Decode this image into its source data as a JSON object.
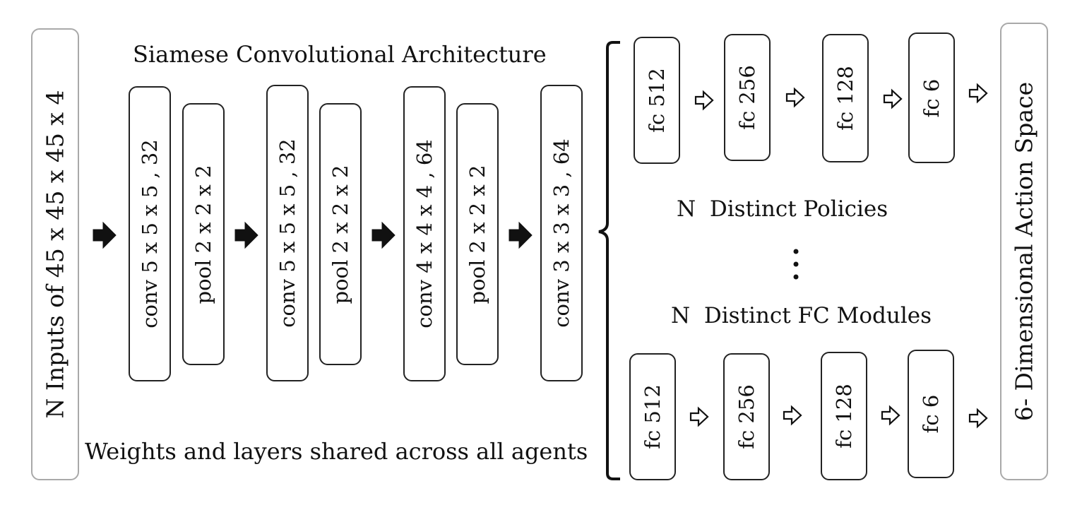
{
  "inputs_label": "N Inputs of 45 x 45 x 45 x 4",
  "siamese_title": "Siamese Convolutional Architecture",
  "shared_caption": "Weights and layers shared across all agents",
  "conv_layers": [
    "conv 5 x 5 x 5 , 32",
    "pool 2 x 2 x 2",
    "conv 5 x 5 x 5 , 32",
    "pool 2 x 2 x 2",
    "conv 4 x 4 x 4 , 64",
    "pool 2 x 2 x 2",
    "conv 3 x 3 x 3 , 64"
  ],
  "policy_top": [
    "fc 512",
    "fc 256",
    "fc 128",
    "fc 6"
  ],
  "policy_bottom": [
    "fc 512",
    "fc 256",
    "fc 128",
    "fc 6"
  ],
  "distinct_policies": "N  Distinct Policies",
  "distinct_fc": "N  Distinct FC Modules",
  "action_space": "6- Dimensional Action Space"
}
